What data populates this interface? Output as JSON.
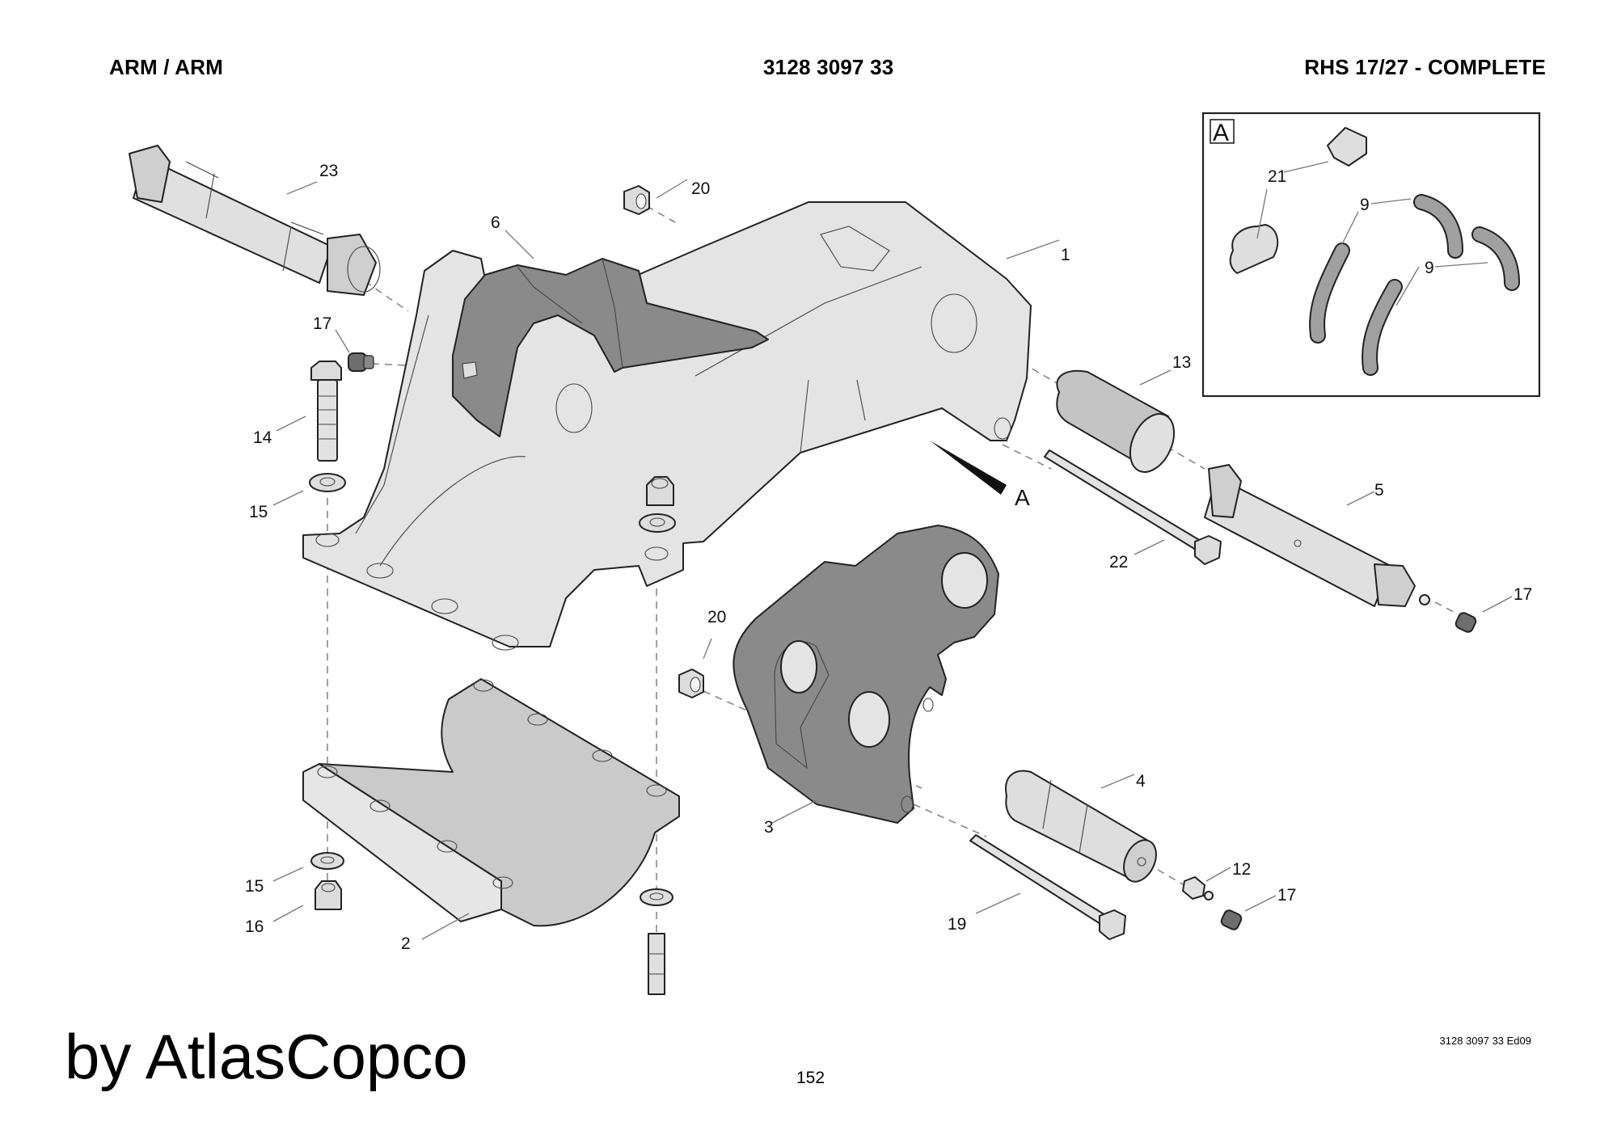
{
  "header": {
    "left_title": "ARM / ARM",
    "part_number": "3128 3097 33",
    "right_title": "RHS 17/27 - COMPLETE"
  },
  "diagram": {
    "view_marker": "A",
    "inset": {
      "label": "A",
      "callouts": [
        "21",
        "9",
        "9"
      ]
    },
    "callouts": {
      "c1": "1",
      "c2": "2",
      "c3": "3",
      "c4": "4",
      "c5": "5",
      "c6": "6",
      "c12": "12",
      "c13": "13",
      "c14": "14",
      "c15a": "15",
      "c15b": "15",
      "c16": "16",
      "c17a": "17",
      "c17b": "17",
      "c17c": "17",
      "c19": "19",
      "c20a": "20",
      "c20b": "20",
      "c22": "22",
      "c23": "23"
    },
    "colors": {
      "light_part": "#e4e4e4",
      "medium_part": "#c8c8c8",
      "dark_part": "#8a8a8a",
      "outline": "#222222"
    }
  },
  "footer": {
    "brand": "by AtlasCopco",
    "page_number": "152",
    "document_code": "3128 3097 33 Ed09"
  }
}
